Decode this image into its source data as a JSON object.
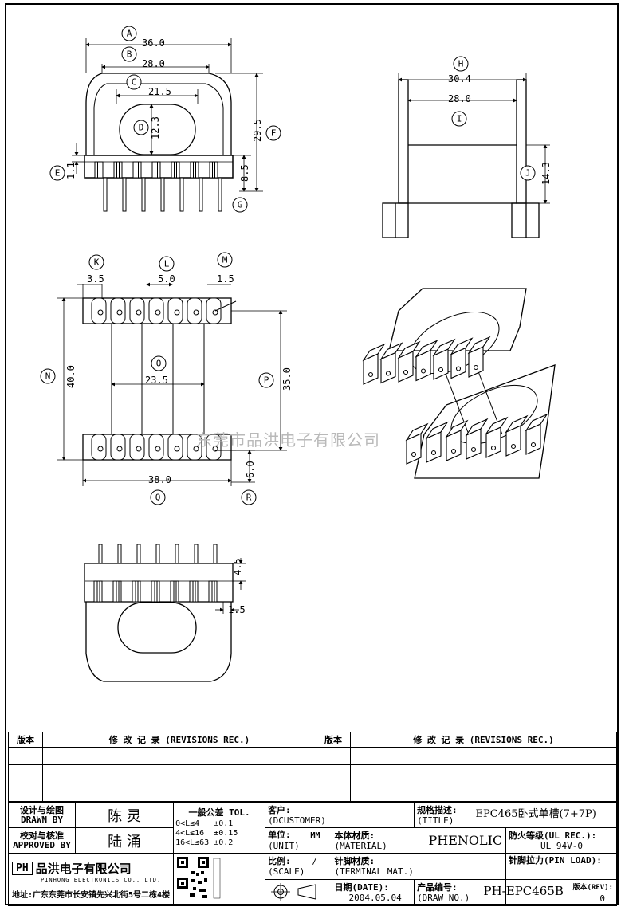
{
  "labels": {
    "A": "A",
    "B": "B",
    "C": "C",
    "D": "D",
    "E": "E",
    "F": "F",
    "G": "G",
    "H": "H",
    "I": "I",
    "J": "J",
    "K": "K",
    "L": "L",
    "M": "M",
    "N": "N",
    "O": "O",
    "P": "P",
    "Q": "Q",
    "R": "R"
  },
  "dims": {
    "a": "36.0",
    "b": "28.0",
    "c": "21.5",
    "d": "12.3",
    "e": "1.1",
    "f": "29.5",
    "g": "8.5",
    "h": "30.4",
    "i": "28.0",
    "j": "14.3",
    "k": "3.5",
    "l": "5.0",
    "m": "1.5",
    "n": "40.0",
    "o": "23.5",
    "p": "35.0",
    "q": "38.0",
    "r": "6.0",
    "s1": "4.5",
    "s2": "1.5"
  },
  "watermark": "东莞市品洪电子有限公司",
  "revisions": {
    "ver": "版本",
    "rec": "修 改 记 录 (REVISIONS REC.)"
  },
  "tb": {
    "designed_cn": "设计与绘图",
    "designed_en": "DRAWN BY",
    "designer": "陈 灵",
    "approved_cn": "校对与核准",
    "approved_en": "APPROVED BY",
    "approver": "陆 涌",
    "tol_title": "一般公差 TOL.",
    "tol1_range": "0<L≤4",
    "tol1": "±0.1",
    "tol2_range": "4<L≤16",
    "tol2": "±0.15",
    "tol3_range": "16<L≤63",
    "tol3": "±0.2",
    "customer_cn": "客户:",
    "customer_en": "(DCUSTOMER)",
    "title_cn": "规格描述:",
    "title_en": "(TITLE)",
    "title_value": "EPC465卧式单槽(7+7P)",
    "unit_cn": "单位:",
    "unit_en": "(UNIT)",
    "unit_value": "MM",
    "material_cn": "本体材质:",
    "material_en": "(MATERIAL)",
    "material_value": "PHENOLIC",
    "ul_cn": "防火等级(UL REC.):",
    "ul_value": "UL 94V-0",
    "company_logo": "PH",
    "company_cn": "品洪电子有限公司",
    "company_en": "PINHONG ELECTRONICS CO., LTD.",
    "address": "地址:广东东莞市长安镇先兴北街5号二栋4楼",
    "scale_cn": "比例:",
    "scale_en": "(SCALE)",
    "scale_value": "/",
    "terminal_cn": "针脚材质:",
    "terminal_en": "(TERMINAL MAT.)",
    "pinload": "针脚拉力(PIN LOAD):",
    "date_cn": "日期(DATE):",
    "date_value": "2004.05.04",
    "drawno_cn": "产品编号:",
    "drawno_en": "(DRAW NO.)",
    "drawno_value": "PH-EPC465B",
    "rev_cn": "版本(REV):",
    "rev_value": "0"
  }
}
